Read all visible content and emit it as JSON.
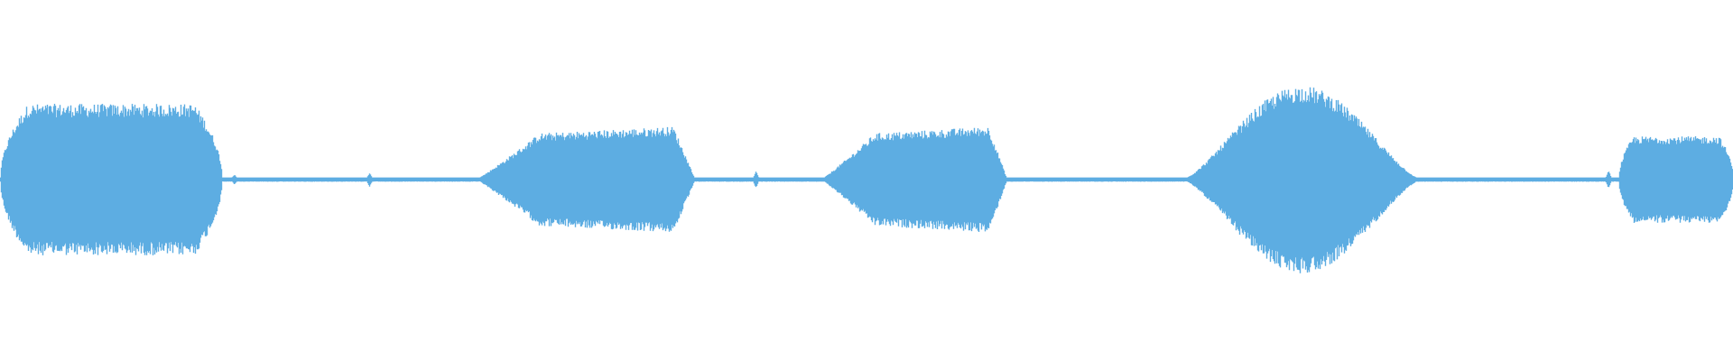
{
  "waveform": {
    "color": "#5dade2",
    "background": "#ffffff",
    "baseline_amplitude": 0.012,
    "segments": [
      {
        "start": 0.0,
        "end": 0.128,
        "amplitude": 0.42,
        "shape": "plateau"
      },
      {
        "start": 0.275,
        "end": 0.401,
        "amplitude": 0.3,
        "shape": "ramp-up"
      },
      {
        "start": 0.474,
        "end": 0.581,
        "amplitude": 0.3,
        "shape": "ramp-up"
      },
      {
        "start": 0.682,
        "end": 0.82,
        "amplitude": 0.52,
        "shape": "peak"
      },
      {
        "start": 0.934,
        "end": 1.0,
        "amplitude": 0.24,
        "shape": "plateau"
      }
    ],
    "blips": [
      {
        "at": 0.135,
        "amplitude": 0.03
      },
      {
        "at": 0.213,
        "amplitude": 0.04
      },
      {
        "at": 0.436,
        "amplitude": 0.05
      },
      {
        "at": 0.928,
        "amplitude": 0.05
      }
    ]
  }
}
